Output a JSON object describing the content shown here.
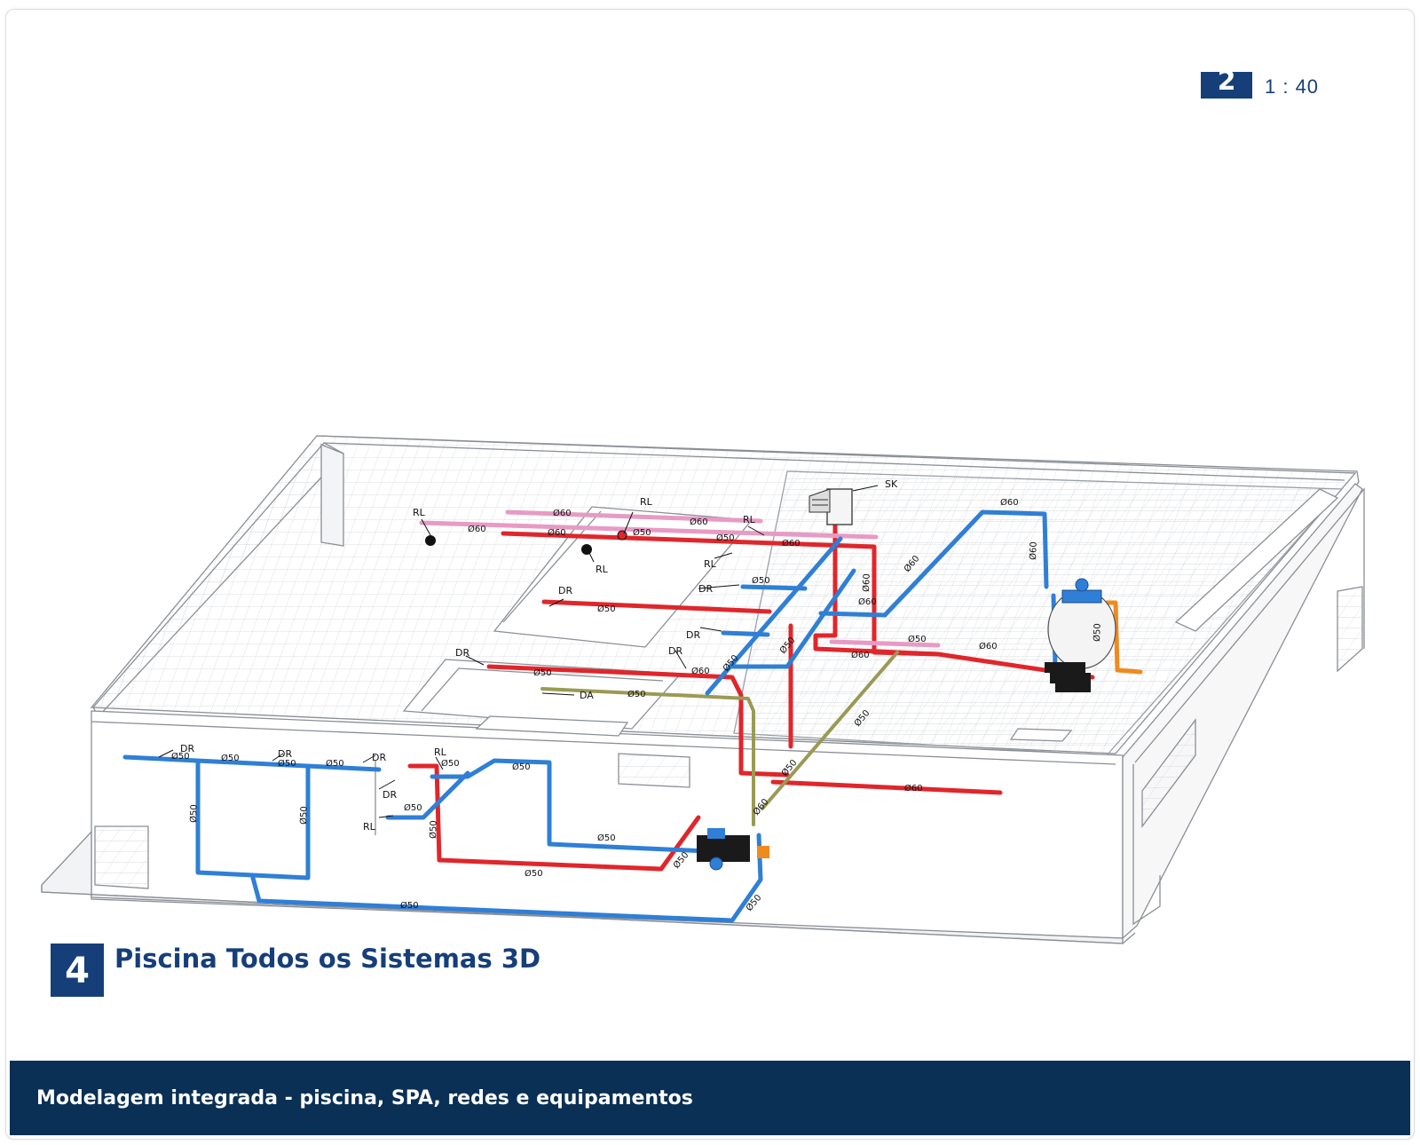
{
  "scale": {
    "view_number": "2",
    "ratio": "1 : 40"
  },
  "sheet": {
    "number": "4",
    "title": "Piscina Todos os Sistemas 3D"
  },
  "footer": {
    "caption": "Modelagem integrada - piscina, SPA, redes e equipamentos"
  },
  "tags": {
    "rl": "RL",
    "dr": "DR",
    "da": "DA",
    "sk": "SK",
    "d50": "Ø50",
    "d60": "Ø60"
  },
  "colors": {
    "brand_blue": "#163f7a",
    "footer_navy": "#0a3055",
    "pipe_blue": "#2f7fd6",
    "pipe_red": "#e0262b",
    "pipe_pink": "#e79bc4",
    "pipe_olive": "#9a9a55",
    "pipe_orange": "#f08a1c"
  }
}
